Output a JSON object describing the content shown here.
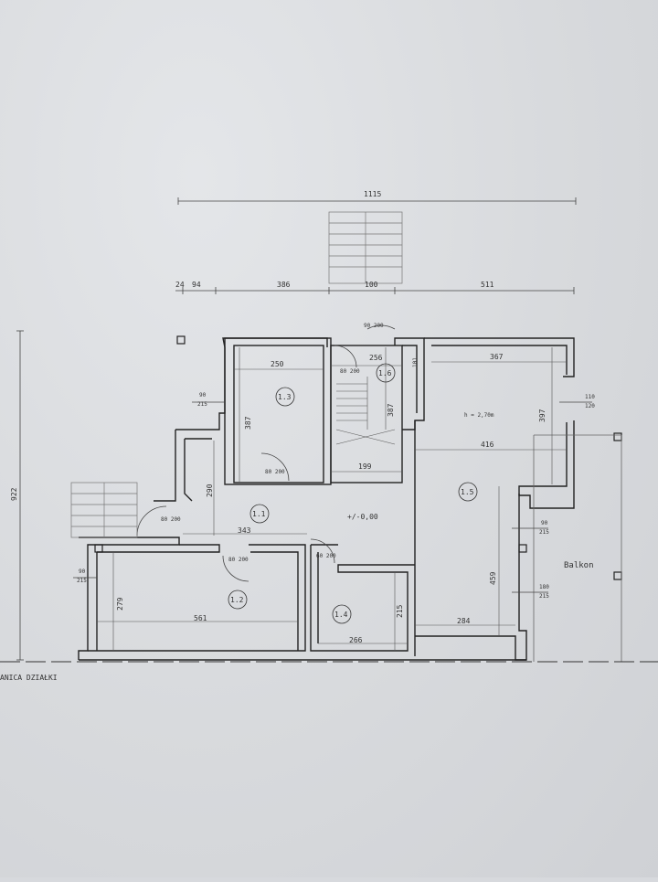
{
  "dimensions_top": {
    "overall": "1115",
    "seg_a": "24",
    "seg_b": "94",
    "seg_c": "386",
    "seg_d": "100",
    "seg_e": "511"
  },
  "dimension_left": "922",
  "level_mark": "+/-0,00",
  "rooms": [
    {
      "id": "1.1",
      "dim_w": "343",
      "dim_h": "290"
    },
    {
      "id": "1.2",
      "dim_w": "561",
      "dim_h": "279"
    },
    {
      "id": "1.3",
      "dim_w": "250",
      "dim_h": "387"
    },
    {
      "id": "1.4",
      "dim_w": "266",
      "dim_h": "215"
    },
    {
      "id": "1.5",
      "dim_w": "367",
      "dim_w2": "416",
      "dim_w3": "284",
      "dim_h": "397",
      "dim_h2": "459",
      "height_note": "h = 2,70m"
    },
    {
      "id": "1.6",
      "dim_w": "256",
      "dim_w2": "199",
      "dim_h": "387",
      "dim_h2": "101"
    }
  ],
  "doors": [
    {
      "id": "d1",
      "label": "90 200"
    },
    {
      "id": "d2",
      "label": "80 200"
    },
    {
      "id": "d3",
      "label": "80 200"
    },
    {
      "id": "d4",
      "label": "80 200"
    },
    {
      "id": "d5",
      "label": "60 200"
    },
    {
      "id": "d6",
      "label": "80 200"
    }
  ],
  "windows": [
    {
      "id": "w1",
      "top": "90",
      "bottom": "215"
    },
    {
      "id": "w2",
      "top": "90",
      "bottom": "215"
    },
    {
      "id": "w3",
      "top": "110",
      "bottom": "120"
    },
    {
      "id": "w4",
      "top": "90",
      "bottom": "215"
    },
    {
      "id": "w5",
      "top": "180",
      "bottom": "215"
    }
  ],
  "balcony_label": "Balkon",
  "boundary_label": "ANICA DZIAŁKI",
  "colors": {
    "ink": "#2a2a2a",
    "paper": "#dcdee1"
  }
}
